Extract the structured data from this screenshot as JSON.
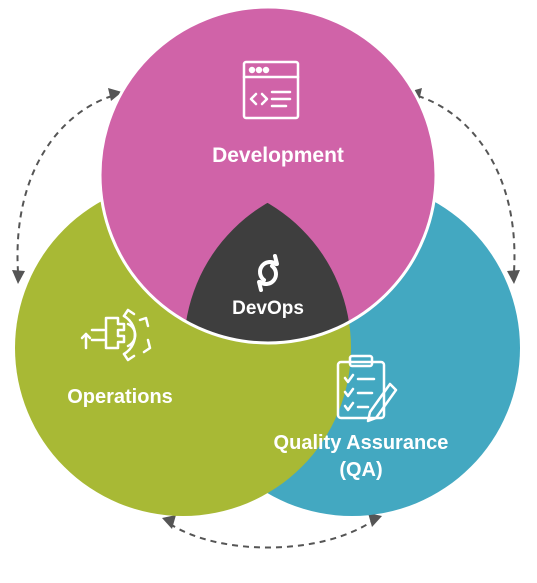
{
  "colors": {
    "development": "#d063a8",
    "operations": "#a8b935",
    "qa": "#43a8c1",
    "devops": "#3e3e3e",
    "arrows": "#555555",
    "icon_stroke": "#ffffff"
  },
  "circles": {
    "development": {
      "label": "Development",
      "icon": "browser-code-icon"
    },
    "operations": {
      "label": "Operations",
      "icon": "gear-process-icon"
    },
    "qa": {
      "label_line1": "Quality Assurance",
      "label_line2": "(QA)",
      "icon": "clipboard-checklist-icon"
    },
    "devops": {
      "label": "DevOps",
      "icon": "cycle-arrows-icon"
    }
  },
  "connectors": [
    "dashed-arrow-left",
    "dashed-arrow-right",
    "dashed-arrow-bottom"
  ]
}
